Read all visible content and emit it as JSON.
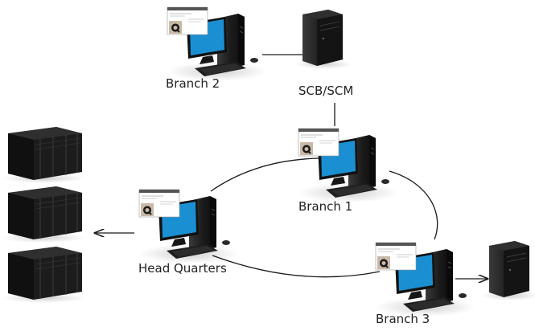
{
  "nodes": {
    "branch2": {
      "label": "Branch 2",
      "kind": "workstation",
      "badge": "Q"
    },
    "scb": {
      "label": "SCB/SCM",
      "kind": "server-tower"
    },
    "branch1": {
      "label": "Branch 1",
      "kind": "workstation",
      "badge": "Q"
    },
    "hq": {
      "label": "Head Quarters",
      "kind": "workstation",
      "badge": "Q"
    },
    "branch3": {
      "label": "Branch 3",
      "kind": "workstation",
      "badge": "Q"
    },
    "branch3_server": {
      "kind": "server-tower"
    },
    "hq_servers": {
      "kind": "server-rack",
      "count": 3
    }
  },
  "edges": [
    {
      "from": "branch2",
      "to": "scb",
      "style": "line"
    },
    {
      "from": "scb",
      "to": "branch1",
      "style": "line"
    },
    {
      "from": "branch1",
      "to": "branch3",
      "style": "ring-arc"
    },
    {
      "from": "branch3",
      "to": "hq",
      "style": "ring-arc"
    },
    {
      "from": "hq",
      "to": "branch1",
      "style": "ring-arc"
    },
    {
      "from": "hq",
      "to": "hq_servers",
      "style": "arrow"
    },
    {
      "from": "branch3",
      "to": "branch3_server",
      "style": "arrow"
    }
  ],
  "colors": {
    "screen": "#1a8fd1",
    "tower": "#1b1b1b",
    "line": "#1a1a1a"
  }
}
